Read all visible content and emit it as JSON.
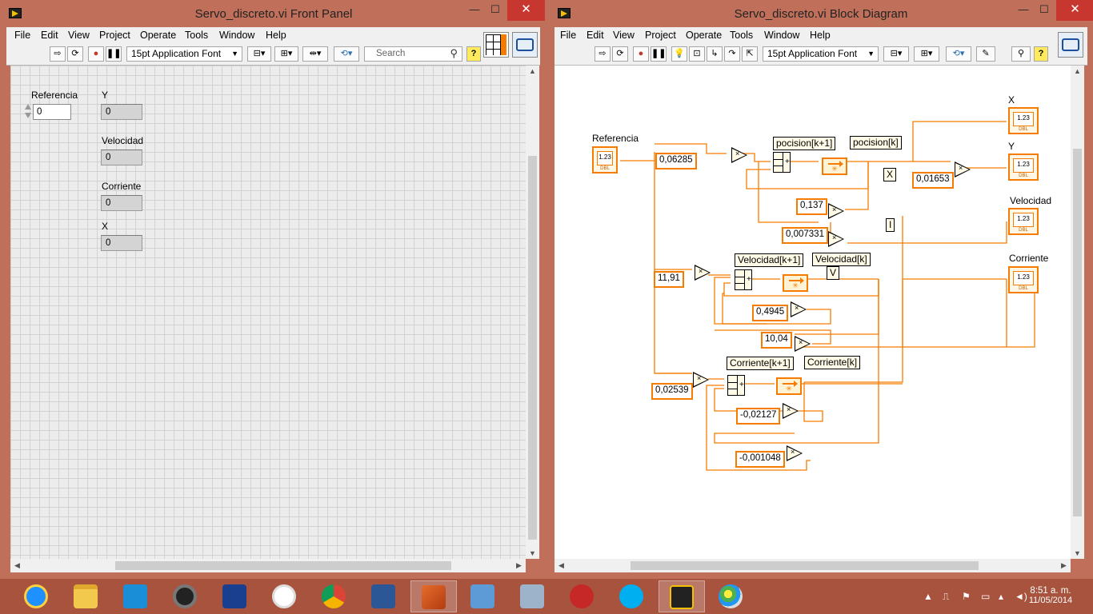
{
  "front_panel": {
    "title": "Servo_discreto.vi Front Panel",
    "menu": [
      "File",
      "Edit",
      "View",
      "Project",
      "Operate",
      "Tools",
      "Window",
      "Help"
    ],
    "font_selector": "15pt Application Font",
    "search_placeholder": "Search",
    "controls": [
      {
        "label": "Referencia",
        "value": "0"
      }
    ],
    "indicators": [
      {
        "label": "Y",
        "value": "0"
      },
      {
        "label": "Velocidad",
        "value": "0"
      },
      {
        "label": "Corriente",
        "value": "0"
      },
      {
        "label": "X",
        "value": "0"
      }
    ]
  },
  "block_diagram": {
    "title": "Servo_discreto.vi Block Diagram",
    "menu": [
      "File",
      "Edit",
      "View",
      "Project",
      "Operate",
      "Tools",
      "Window",
      "Help"
    ],
    "font_selector": "15pt Application Font",
    "terminals": {
      "referencia": "Referencia",
      "x": "X",
      "y": "Y",
      "velocidad": "Velocidad",
      "corriente": "Corriente",
      "numeric_glyph": "1.23",
      "dbl": "DBL"
    },
    "labels": {
      "pos_k1": "pocision[k+1]",
      "pos_k": "pocision[k]",
      "vel_k1": "Velocidad[k+1]",
      "vel_k": "Velocidad[k]",
      "cor_k1": "Corriente[k+1]",
      "cor_k": "Corriente[k]",
      "x_box": "X",
      "i_box": "I",
      "v_box": "V"
    },
    "constants": {
      "c1": "0,06285",
      "c2": "0,01653",
      "c3": "0,137",
      "c4": "0,007331",
      "c5": "11,91",
      "c6": "0,4945",
      "c7": "10,04",
      "c8": "0,02539",
      "c9": "-0,02127",
      "c10": "-0,001048"
    },
    "mult_symbol": "×",
    "plus_symbol": "+"
  },
  "window_controls": {
    "minimize": "—",
    "maximize": "☐",
    "close": "✕"
  },
  "taskbar": {
    "time": "8:51 a. m.",
    "date": "11/05/2014",
    "apps": [
      "ie",
      "explorer",
      "labview-launcher",
      "webcam",
      "isis",
      "hp",
      "chrome",
      "word",
      "matlab",
      "network",
      "monitor",
      "ladybug",
      "skype",
      "labview",
      "paint"
    ]
  },
  "colors": {
    "accent": "#c0705a",
    "wire": "#f57c00",
    "taskbar": "#a7533e",
    "close": "#c7372f"
  }
}
